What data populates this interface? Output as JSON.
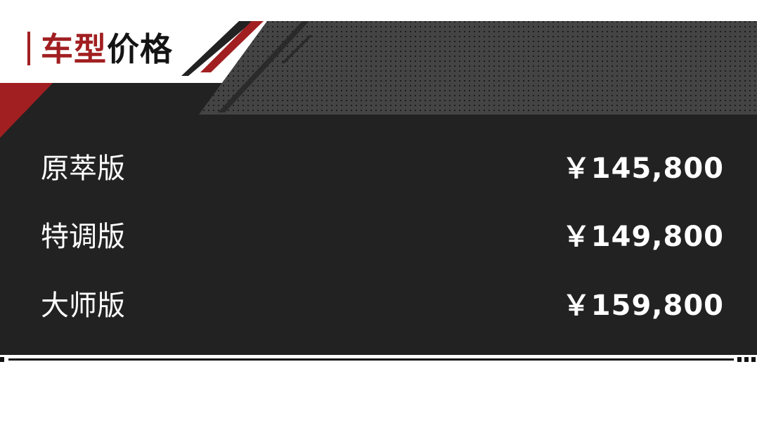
{
  "header": {
    "title_red": "车型",
    "title_dark": "价格"
  },
  "models": [
    {
      "name": "原萃版",
      "price": "￥145,800"
    },
    {
      "name": "特调版",
      "price": "￥149,800"
    },
    {
      "name": "大师版",
      "price": "￥159,800"
    }
  ],
  "colors": {
    "accent": "#a11f21",
    "panel": "#222222",
    "dots": "#3a3a3a"
  }
}
